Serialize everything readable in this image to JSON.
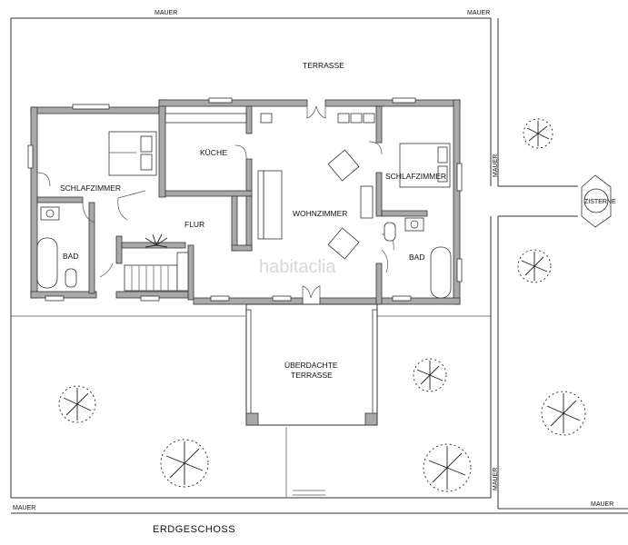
{
  "walls_outside": {
    "mauer_top_left": "MAUER",
    "mauer_top_right": "MAUER",
    "mauer_right_upper": "MAUER",
    "mauer_right_lower": "MAUER",
    "mauer_bottom_left": "MAUER",
    "mauer_bottom_right": "MAUER"
  },
  "rooms": {
    "terrasse": "TERRASSE",
    "schlafzimmer_left": "SCHLAFZIMMER",
    "kueche": "KÜCHE",
    "wohnzimmer": "WOHNZIMMER",
    "schlafzimmer_right": "SCHLAFZIMMER",
    "flur": "FLUR",
    "bad_left": "BAD",
    "bad_right": "BAD",
    "ueberdachte_line1": "ÜBERDACHTE",
    "ueberdachte_line2": "TERRASSE",
    "zisterne": "ZISTERNE"
  },
  "floor_label": "ERDGESCHOSS",
  "watermark": "habitaclia"
}
